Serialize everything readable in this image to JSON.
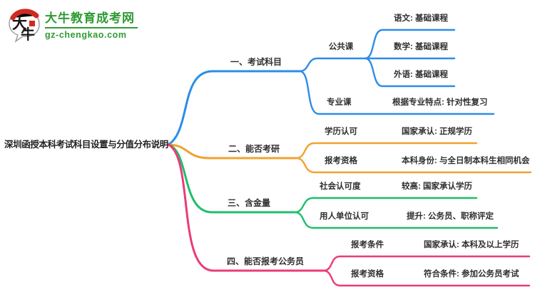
{
  "logo": {
    "icon_char_top": "大",
    "icon_char_bottom": "牛",
    "site_name": "大牛教育成考网",
    "site_domain": "gz-chengkao.com"
  },
  "palette": {
    "brand_green": "#2e9b33",
    "seal_red": "#cf2a1f",
    "branch_blue": "#2b8de8",
    "branch_orange": "#f0a32e",
    "branch_green": "#1fbe6c",
    "branch_pink": "#eb3b77",
    "text_color": "#2f2f2f"
  },
  "map": {
    "root": "深圳函授本科考试科目设置与分值分布说明",
    "branches": [
      {
        "label": "一、考试科目",
        "color": "#2b8de8",
        "children": [
          {
            "label": "公共课",
            "children": [
              {
                "label": "语文: 基础课程"
              },
              {
                "label": "数学: 基础课程"
              },
              {
                "label": "外语: 基础课程"
              }
            ]
          },
          {
            "label": "专业课",
            "children": [
              {
                "label": "根据专业特点: 针对性复习"
              }
            ]
          }
        ]
      },
      {
        "label": "二、能否考研",
        "color": "#f0a32e",
        "children": [
          {
            "label": "学历认可",
            "children": [
              {
                "label": "国家承认: 正规学历"
              }
            ]
          },
          {
            "label": "报考资格",
            "children": [
              {
                "label": "本科身份: 与全日制本科生相同机会"
              }
            ]
          }
        ]
      },
      {
        "label": "三、含金量",
        "color": "#1fbe6c",
        "children": [
          {
            "label": "社会认可度",
            "children": [
              {
                "label": "较高: 国家承认学历"
              }
            ]
          },
          {
            "label": "用人单位认可",
            "children": [
              {
                "label": "提升: 公务员、职称评定"
              }
            ]
          }
        ]
      },
      {
        "label": "四、能否报考公务员",
        "color": "#eb3b77",
        "children": [
          {
            "label": "报考条件",
            "children": [
              {
                "label": "国家承认: 本科及以上学历"
              }
            ]
          },
          {
            "label": "报考资格",
            "children": [
              {
                "label": "符合条件: 参加公务员考试"
              }
            ]
          }
        ]
      }
    ]
  }
}
